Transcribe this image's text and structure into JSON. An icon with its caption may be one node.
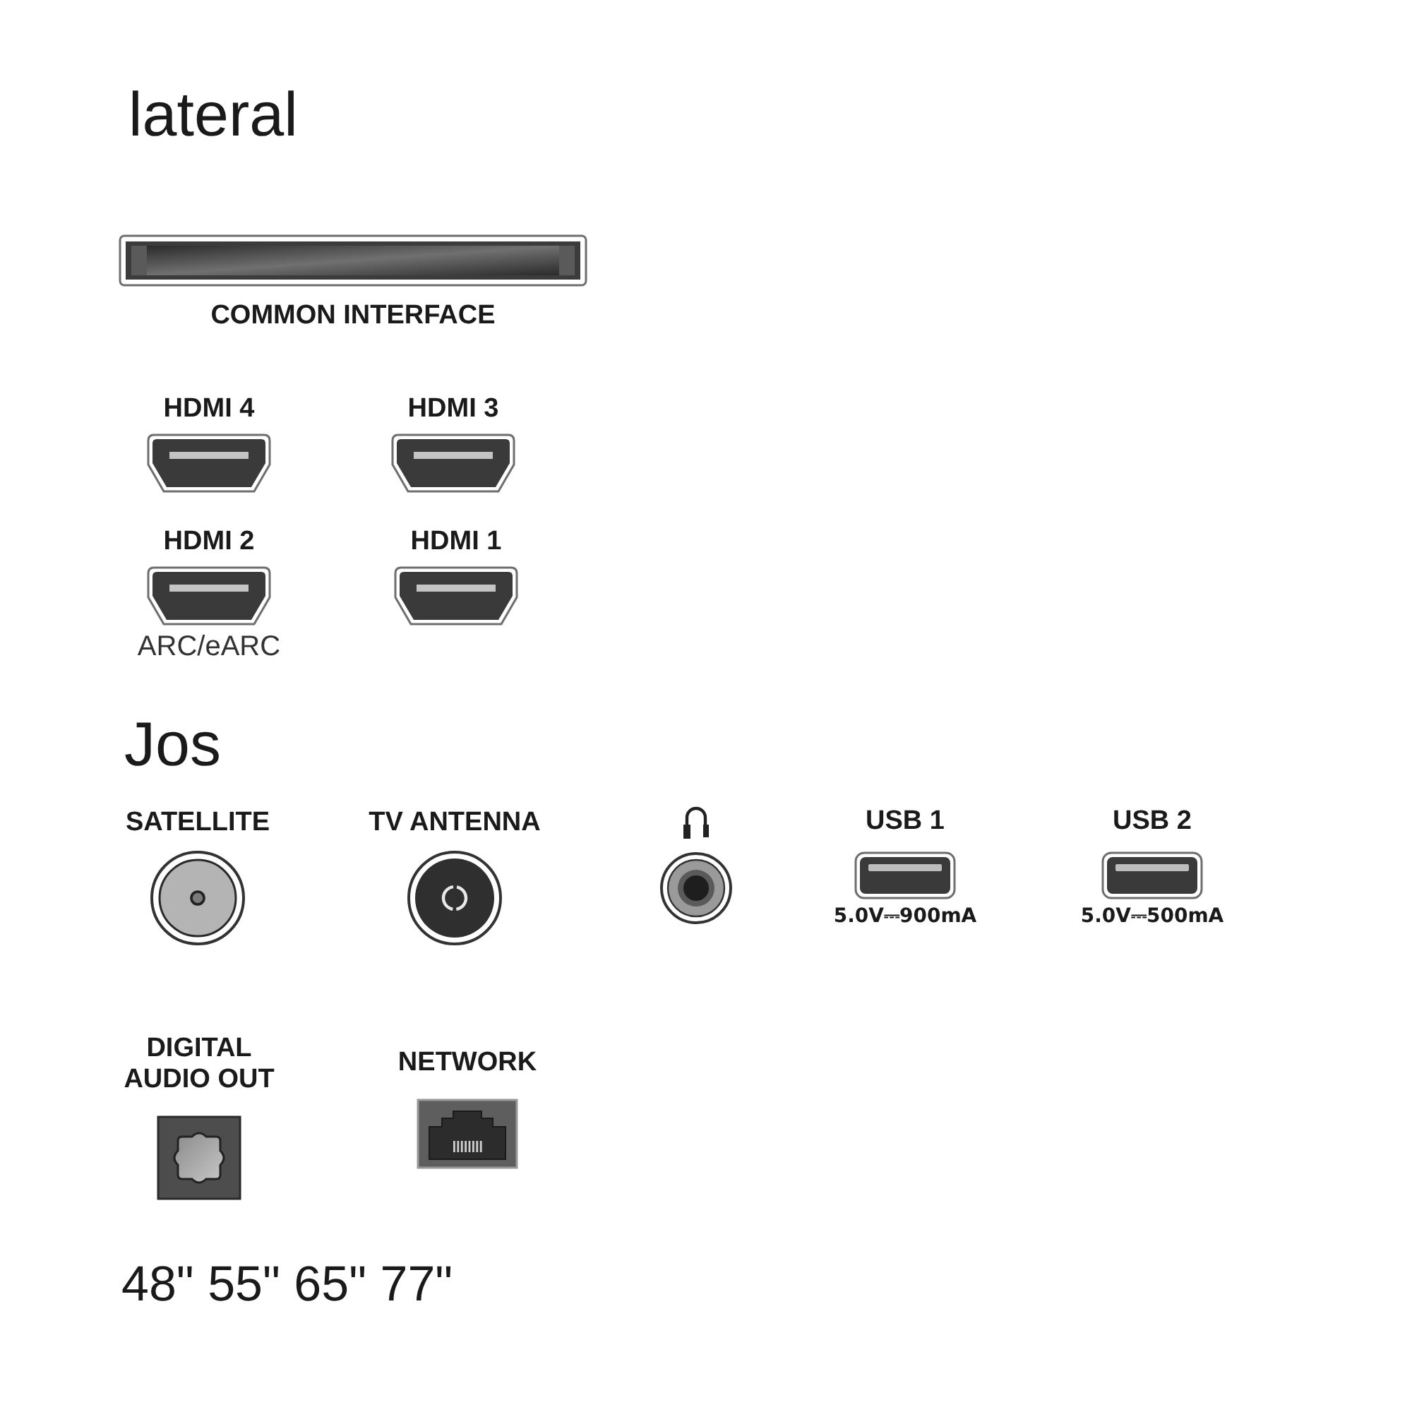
{
  "diagram": {
    "nodes": [
      {
        "text": [
          "COMMON INTERFACE"
        ]
      },
      {
        "text": [
          "HDMI 4"
        ]
      },
      {
        "text": [
          "HDMI 3"
        ]
      },
      {
        "text": [
          "HDMI 2"
        ],
        "beside": [
          "ARC/eARC"
        ]
      },
      {
        "text": [
          "HDMI 1"
        ]
      },
      {
        "text": [
          "SATELLITE"
        ]
      },
      {
        "text": [
          "TV ANTENNA"
        ]
      },
      {
        "text": [],
        "shape": "picture"
      },
      {
        "text": [
          "USB 1"
        ],
        "beside": [
          "5.0V⎓900mA"
        ]
      },
      {
        "text": [
          "USB 2"
        ],
        "beside": [
          "5.0V⎓500mA"
        ]
      },
      {
        "text": [
          "DIGITAL AUDIO OUT"
        ]
      },
      {
        "text": [
          "NETWORK"
        ]
      }
    ],
    "labels": [
      "lateral",
      "Jos",
      "48\" 55\" 65\" 77\""
    ]
  }
}
